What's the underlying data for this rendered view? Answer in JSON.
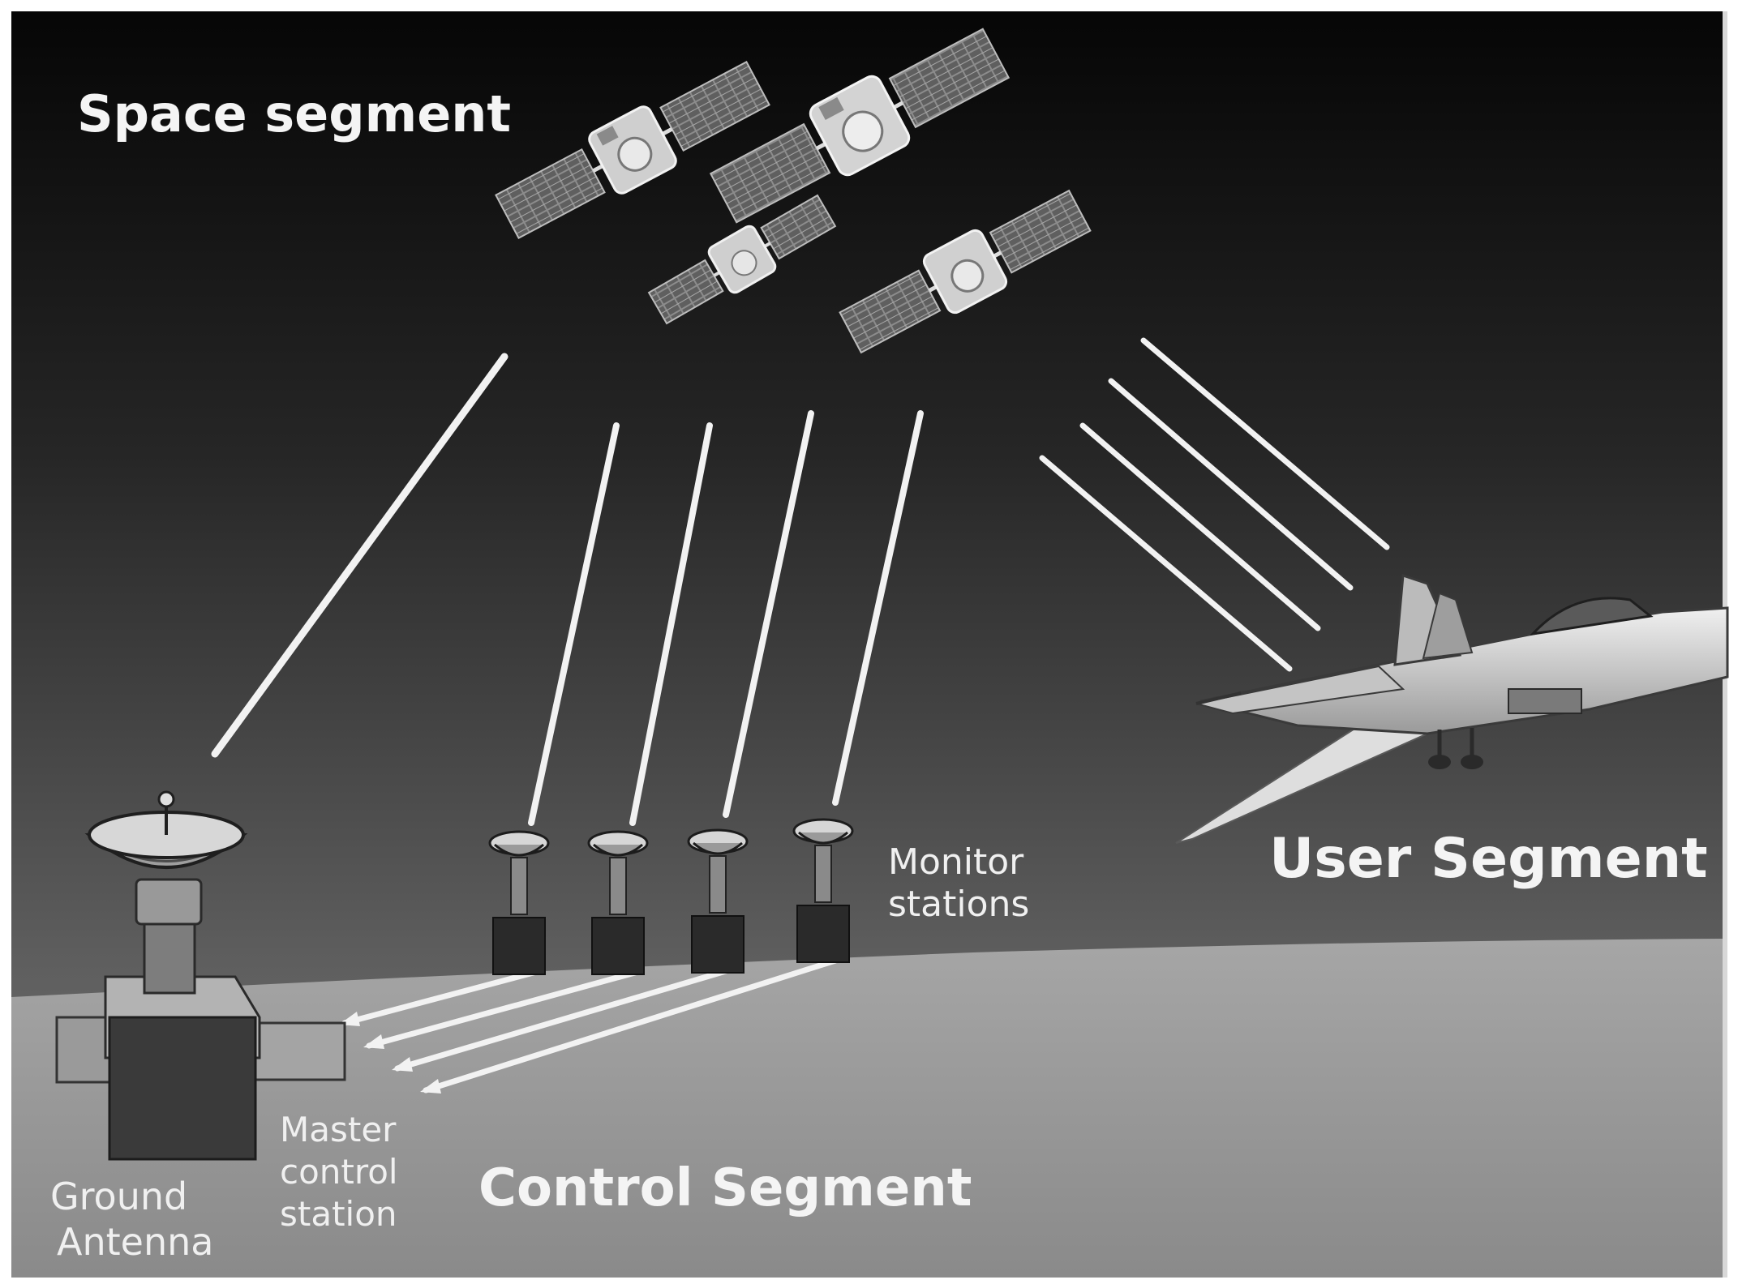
{
  "labels": {
    "space_segment": "Space segment",
    "user_segment": "User Segment",
    "control_segment": "Control Segment",
    "monitor_stations": [
      "Monitor",
      "stations"
    ],
    "master_control_station": [
      "Master",
      "control",
      "station"
    ],
    "ground_antenna": [
      "Ground",
      "Antenna"
    ]
  },
  "colors": {
    "sky_top": "#080808",
    "sky_bottom": "#6e6e6e",
    "ground": "#9c9c9c",
    "signal_beam": "#f2f2f2",
    "label_text": "#f4f4f4"
  },
  "icons": {
    "satellites": [
      "satellite-icon",
      "satellite-icon",
      "satellite-icon",
      "satellite-icon"
    ],
    "aircraft": "fighter-jet-icon",
    "ground_antenna": "dish-antenna-icon",
    "monitor_stations": [
      "monitor-station-icon",
      "monitor-station-icon",
      "monitor-station-icon",
      "monitor-station-icon"
    ],
    "master_station": "master-control-building-icon"
  }
}
